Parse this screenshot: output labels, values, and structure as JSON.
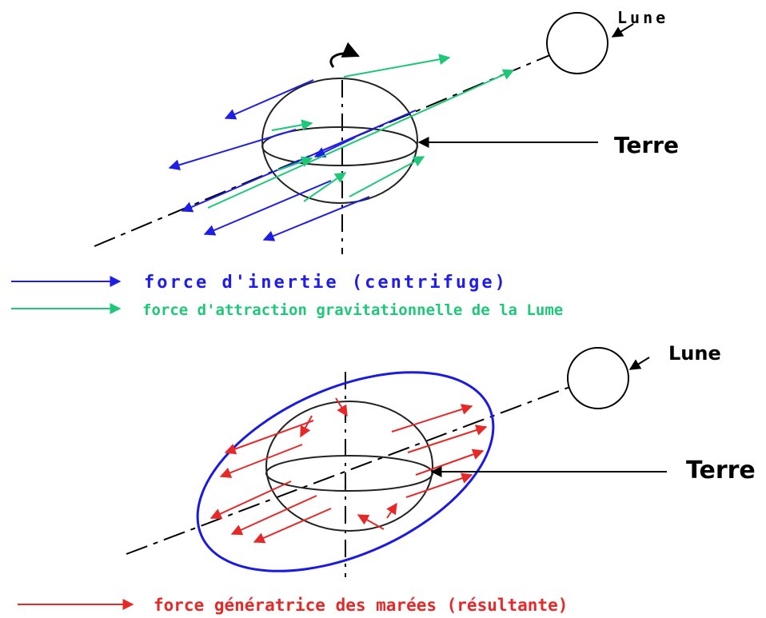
{
  "top_diagram": {
    "moon_label": "Lune",
    "earth_label": "Terre"
  },
  "legend": {
    "blue_text": "force d'inertie (centrifuge)",
    "green_text": "force d'attraction gravitationnelle de la Lume",
    "blue_color": "#1e1ee6",
    "green_color": "#1ec878"
  },
  "bottom_diagram": {
    "moon_label": "Lune",
    "earth_label": "Terre",
    "ellipse_color": "#1a1ae0",
    "arrow_color": "#e62828"
  },
  "bottom_legend": {
    "red_text": "force génératrice des marées (résultante)"
  }
}
